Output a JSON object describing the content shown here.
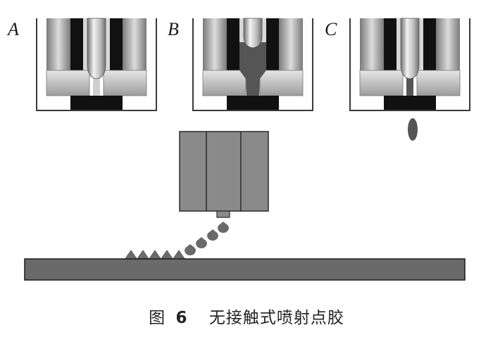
{
  "panels": [
    {
      "letter": "A",
      "state": "retracted"
    },
    {
      "letter": "B",
      "state": "filling"
    },
    {
      "letter": "C",
      "state": "jetting"
    }
  ],
  "caption": {
    "figure_label": "图",
    "figure_number": "6",
    "title": "无接触式喷射点胶"
  },
  "colors": {
    "outline": "#3a3a3a",
    "block_gray": "#8f8f8f",
    "dark": "#111111",
    "glue": "#5c5c5c",
    "substrate": "#6a6a6a",
    "valve_body": "#8a8a8a"
  }
}
